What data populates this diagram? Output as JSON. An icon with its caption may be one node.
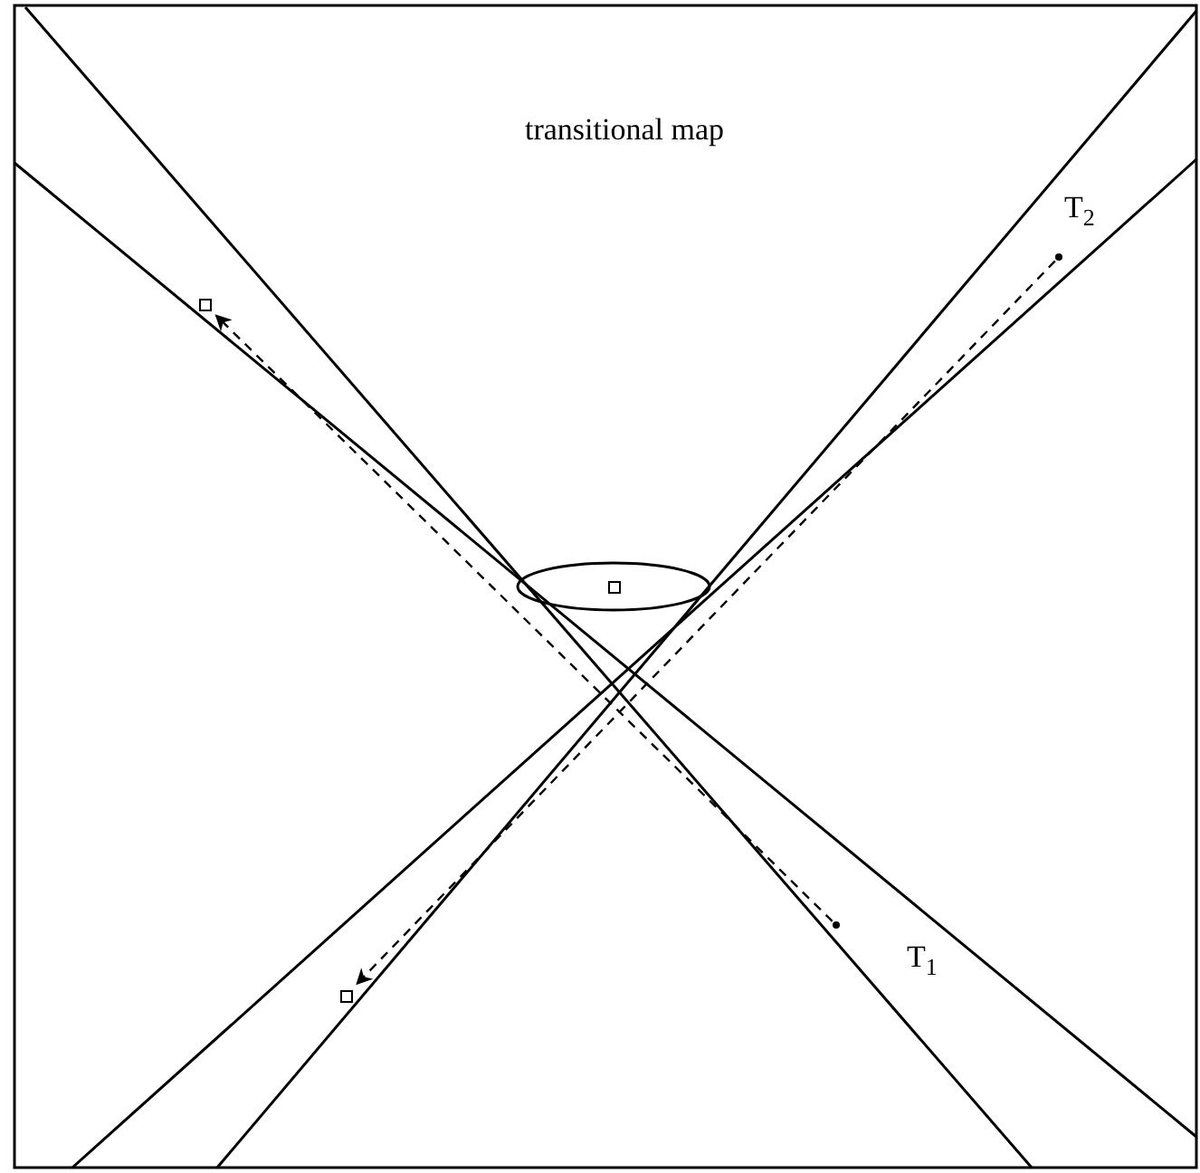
{
  "diagram": {
    "nodes": [
      {
        "text": [
          "T$_{2}$"
        ]
      },
      {
        "text": [],
        "shape": "box"
      },
      {
        "text": [],
        "shape": "box"
      },
      {
        "text": [
          "T$_{1}$"
        ]
      },
      {
        "text": [],
        "shape": "box"
      }
    ],
    "edges": [
      {
        "from": 3,
        "to": 1,
        "arrow": "to",
        "style": "dashed"
      },
      {
        "from": 0,
        "to": 4,
        "arrow": "to",
        "style": "dashed"
      }
    ],
    "labels": [
      "transitional map"
    ]
  }
}
